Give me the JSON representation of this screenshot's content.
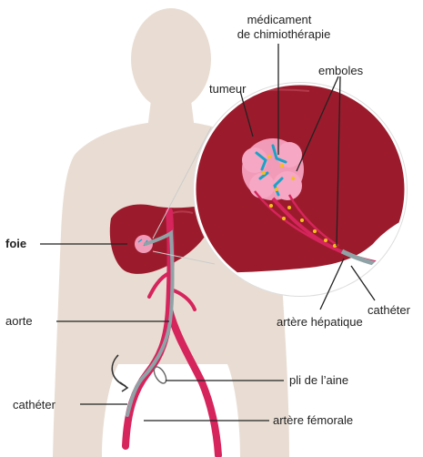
{
  "labels": {
    "drug_line1": "médicament",
    "drug_line2": "de chimiothérapie",
    "emboli": "emboles",
    "tumor": "tumeur",
    "liver": "foie",
    "catheter_zoom": "cathéter",
    "hepatic_artery": "artère hépatique",
    "aorta": "aorte",
    "groin_fold": "pli de l’aine",
    "catheter_groin": "cathéter",
    "femoral_artery": "artère fémorale"
  },
  "colors": {
    "body_silhouette": "#e9ddd3",
    "liver": "#9b1b2c",
    "artery": "#d6245c",
    "catheter": "#8fa3a6",
    "tumor": "#f29bb8",
    "tumor_vessels": "#1aa3c7",
    "embolic_beads": "#f3c11a"
  }
}
